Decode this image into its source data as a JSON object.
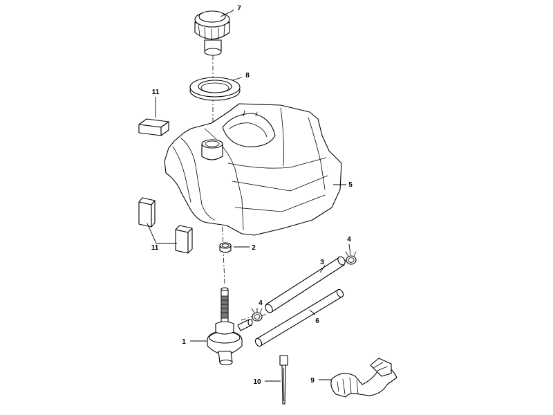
{
  "diagram": {
    "callouts": [
      {
        "id": "1",
        "label": "1"
      },
      {
        "id": "2",
        "label": "2"
      },
      {
        "id": "3",
        "label": "3"
      },
      {
        "id": "4a",
        "label": "4"
      },
      {
        "id": "4b",
        "label": "4"
      },
      {
        "id": "5",
        "label": "5"
      },
      {
        "id": "6",
        "label": "6"
      },
      {
        "id": "7",
        "label": "7"
      },
      {
        "id": "8",
        "label": "8"
      },
      {
        "id": "9",
        "label": "9"
      },
      {
        "id": "10",
        "label": "10"
      },
      {
        "id": "11a",
        "label": "11"
      },
      {
        "id": "11b",
        "label": "11"
      }
    ]
  }
}
